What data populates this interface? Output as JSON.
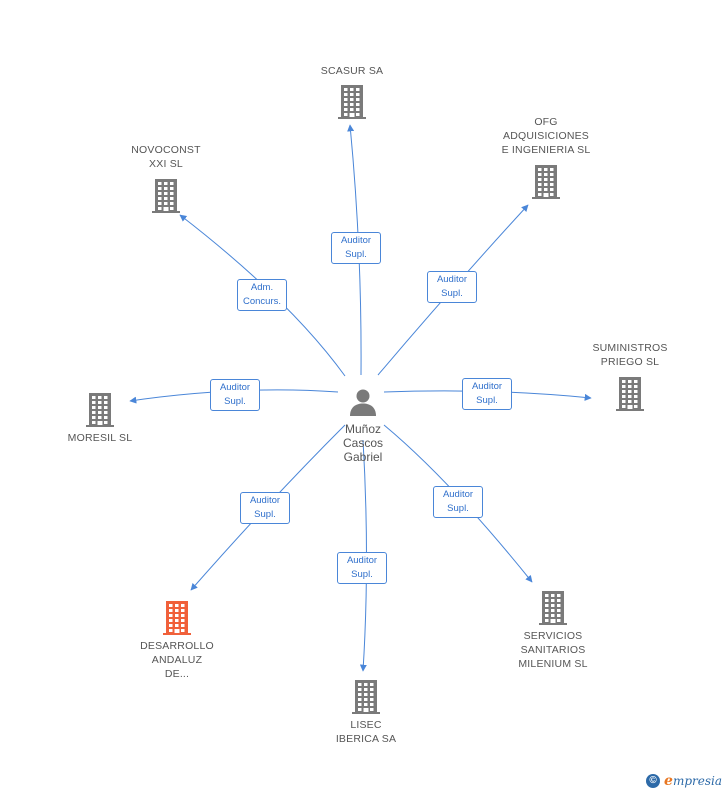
{
  "center": {
    "name": "Muñoz\nCascos\nGabriel"
  },
  "nodes": [
    {
      "id": "scasur",
      "name": "SCASUR SA",
      "highlight": false
    },
    {
      "id": "ofg",
      "name": "OFG\nADQUISICIONES\nE INGENIERIA SL",
      "highlight": false
    },
    {
      "id": "novoconst",
      "name": "NOVOCONST\nXXI SL",
      "highlight": false
    },
    {
      "id": "suministros",
      "name": "SUMINISTROS\nPRIEGO SL",
      "highlight": false
    },
    {
      "id": "moresil",
      "name": "MORESIL SL",
      "highlight": false
    },
    {
      "id": "desarrollo",
      "name": "DESARROLLO\nANDALUZ\nDE...",
      "highlight": true
    },
    {
      "id": "servicios",
      "name": "SERVICIOS\nSANITARIOS\nMILENIUM SL",
      "highlight": false
    },
    {
      "id": "lisec",
      "name": "LISEC\nIBERICA SA",
      "highlight": false
    }
  ],
  "edges": [
    {
      "to": "scasur",
      "label": "Auditor\nSupl."
    },
    {
      "to": "ofg",
      "label": "Auditor\nSupl."
    },
    {
      "to": "novoconst",
      "label": "Adm.\nConcurs."
    },
    {
      "to": "suministros",
      "label": "Auditor\nSupl."
    },
    {
      "to": "moresil",
      "label": "Auditor\nSupl."
    },
    {
      "to": "desarrollo",
      "label": "Auditor\nSupl."
    },
    {
      "to": "servicios",
      "label": "Auditor\nSupl."
    },
    {
      "to": "lisec",
      "label": "Auditor\nSupl."
    }
  ],
  "colors": {
    "edge": "#4a86d8",
    "building": "#7a7a7a",
    "building_highlight": "#f0603a",
    "person": "#7a7a7a"
  },
  "footer": {
    "copyright_symbol": "©",
    "brand_initial": "e",
    "brand_rest": "mpresia"
  }
}
